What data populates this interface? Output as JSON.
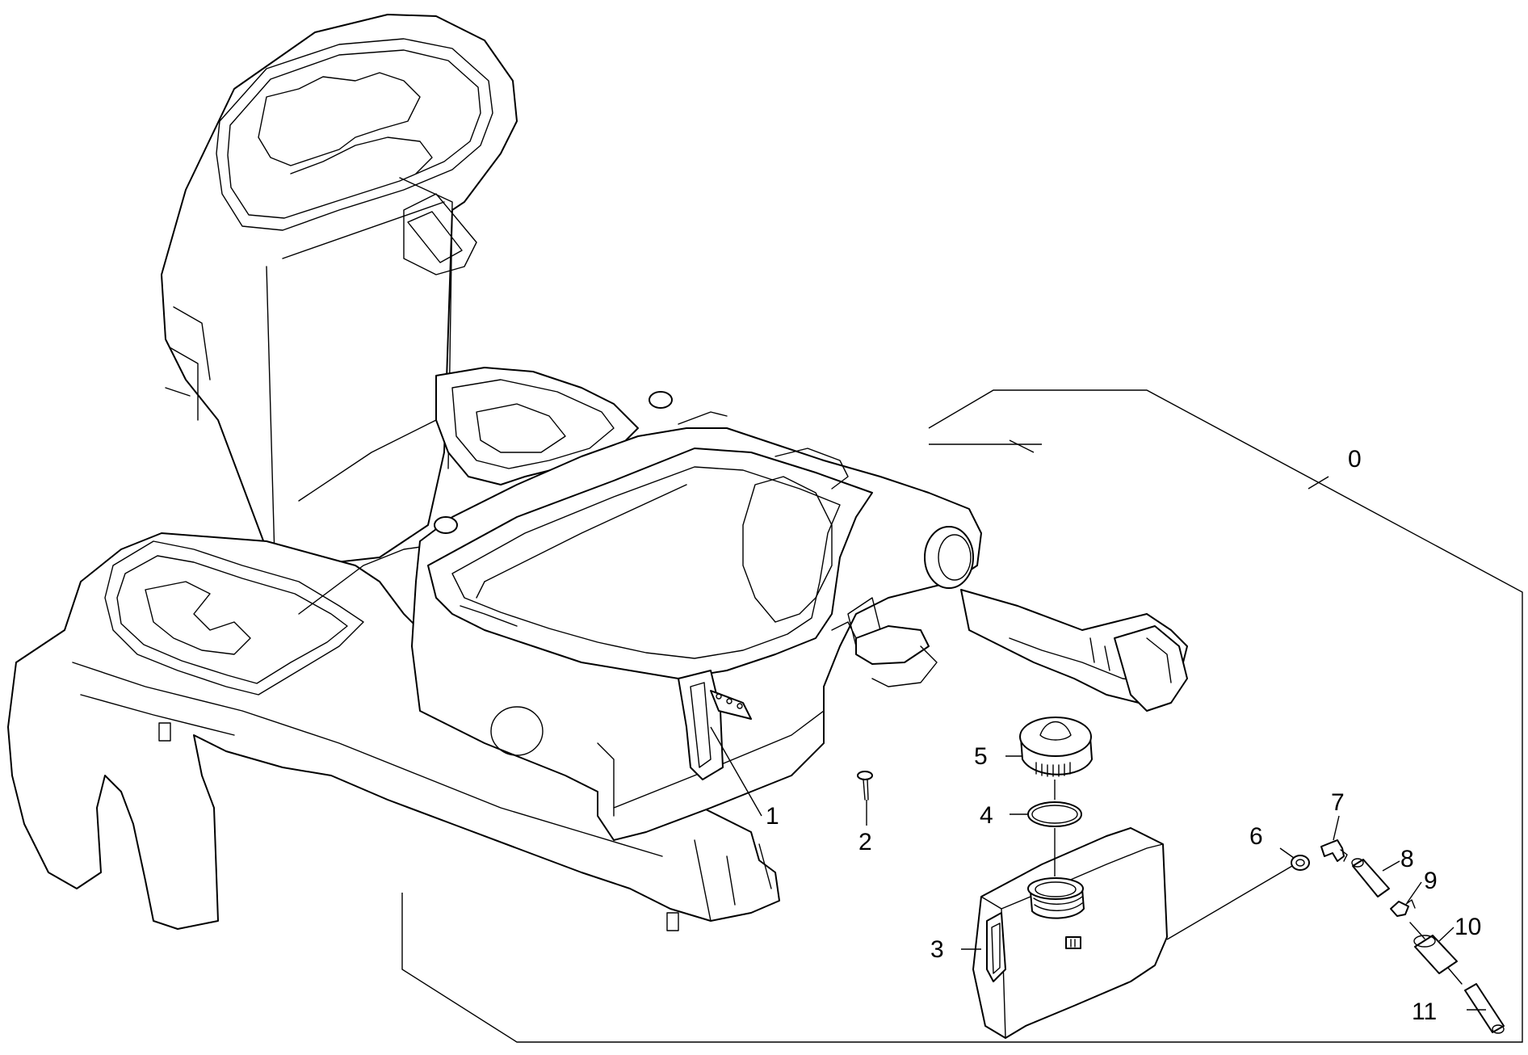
{
  "callouts": {
    "c0": "0",
    "c1": "1",
    "c2": "2",
    "c3": "3",
    "c4": "4",
    "c5": "5",
    "c6": "6",
    "c7": "7",
    "c8": "8",
    "c9": "9",
    "c10": "10",
    "c11": "11"
  }
}
